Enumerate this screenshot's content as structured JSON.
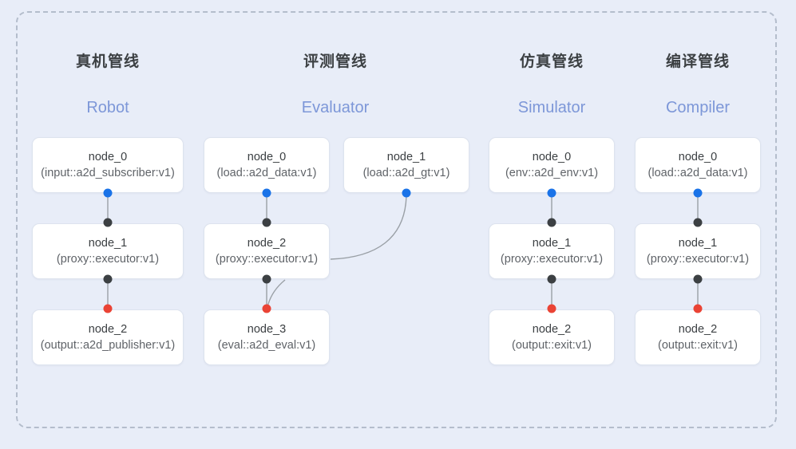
{
  "diagram": {
    "frame": {
      "style": "dashed-rounded-container",
      "border_color": "#b4bdcc",
      "background": "#e8edf8"
    },
    "accent_colors": {
      "subtitle_blue": "#7d97d8",
      "port_blue": "#1a73e8",
      "port_dark": "#3c4043",
      "port_red": "#ea4335",
      "edge_gray": "#9aa0a6",
      "node_border": "#dde3ee"
    },
    "pipelines": [
      {
        "id": "robot",
        "title": "真机管线",
        "subtitle": "Robot",
        "nodes": [
          {
            "id": "robot-node-0",
            "name": "node_0",
            "type": "(input::a2d_subscriber:v1)"
          },
          {
            "id": "robot-node-1",
            "name": "node_1",
            "type": "(proxy::executor:v1)"
          },
          {
            "id": "robot-node-2",
            "name": "node_2",
            "type": "(output::a2d_publisher:v1)"
          }
        ]
      },
      {
        "id": "evaluator",
        "title": "评测管线",
        "subtitle": "Evaluator",
        "nodes": [
          {
            "id": "eval-node-0",
            "name": "node_0",
            "type": "(load::a2d_data:v1)"
          },
          {
            "id": "eval-node-1",
            "name": "node_1",
            "type": "(load::a2d_gt:v1)"
          },
          {
            "id": "eval-node-2",
            "name": "node_2",
            "type": "(proxy::executor:v1)"
          },
          {
            "id": "eval-node-3",
            "name": "node_3",
            "type": "(eval::a2d_eval:v1)"
          }
        ]
      },
      {
        "id": "simulator",
        "title": "仿真管线",
        "subtitle": "Simulator",
        "nodes": [
          {
            "id": "sim-node-0",
            "name": "node_0",
            "type": "(env::a2d_env:v1)"
          },
          {
            "id": "sim-node-1",
            "name": "node_1",
            "type": "(proxy::executor:v1)"
          },
          {
            "id": "sim-node-2",
            "name": "node_2",
            "type": "(output::exit:v1)"
          }
        ]
      },
      {
        "id": "compiler",
        "title": "编译管线",
        "subtitle": "Compiler",
        "nodes": [
          {
            "id": "comp-node-0",
            "name": "node_0",
            "type": "(load::a2d_data:v1)"
          },
          {
            "id": "comp-node-1",
            "name": "node_1",
            "type": "(proxy::executor:v1)"
          },
          {
            "id": "comp-node-2",
            "name": "node_2",
            "type": "(output::exit:v1)"
          }
        ]
      }
    ]
  }
}
